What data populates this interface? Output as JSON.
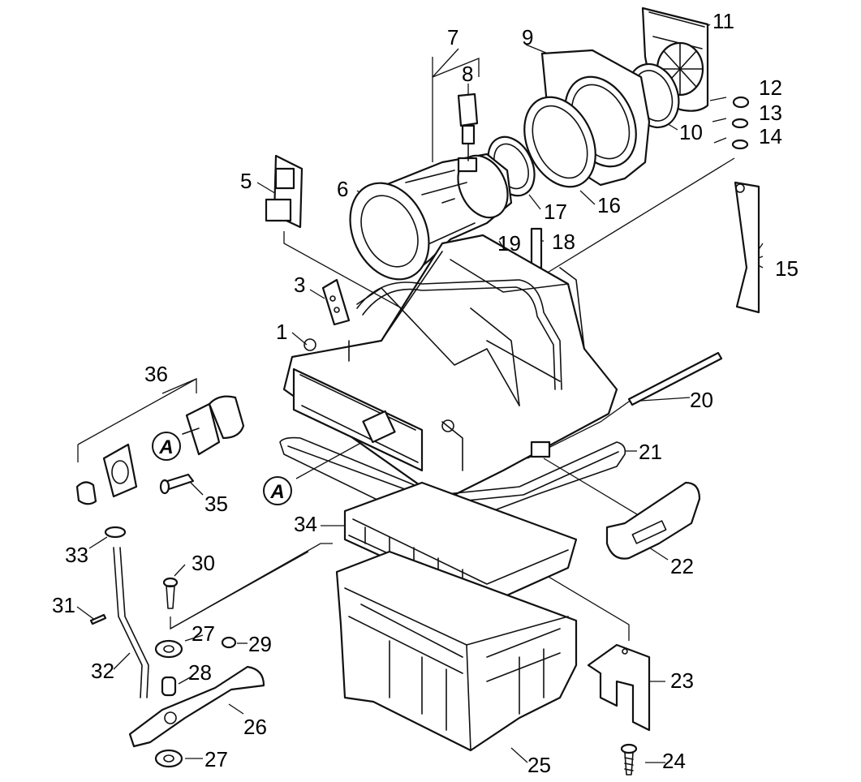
{
  "callouts": {
    "c1": "1",
    "c3": "3",
    "c5": "5",
    "c6": "6",
    "c7": "7",
    "c8": "8",
    "c9": "9",
    "c10": "10",
    "c11": "11",
    "c12": "12",
    "c13": "13",
    "c14": "14",
    "c15": "15",
    "c16": "16",
    "c17": "17",
    "c18": "18",
    "c19": "19",
    "c20": "20",
    "c21": "21",
    "c22": "22",
    "c23": "23",
    "c24": "24",
    "c25": "25",
    "c26": "26",
    "c27a": "27",
    "c27b": "27",
    "c28": "28",
    "c29": "29",
    "c30": "30",
    "c31": "31",
    "c32": "32",
    "c33": "33",
    "c34": "34",
    "c35": "35",
    "c36": "36"
  },
  "reference_marks": {
    "mark_a_switch": "A",
    "mark_a_housing": "A"
  }
}
